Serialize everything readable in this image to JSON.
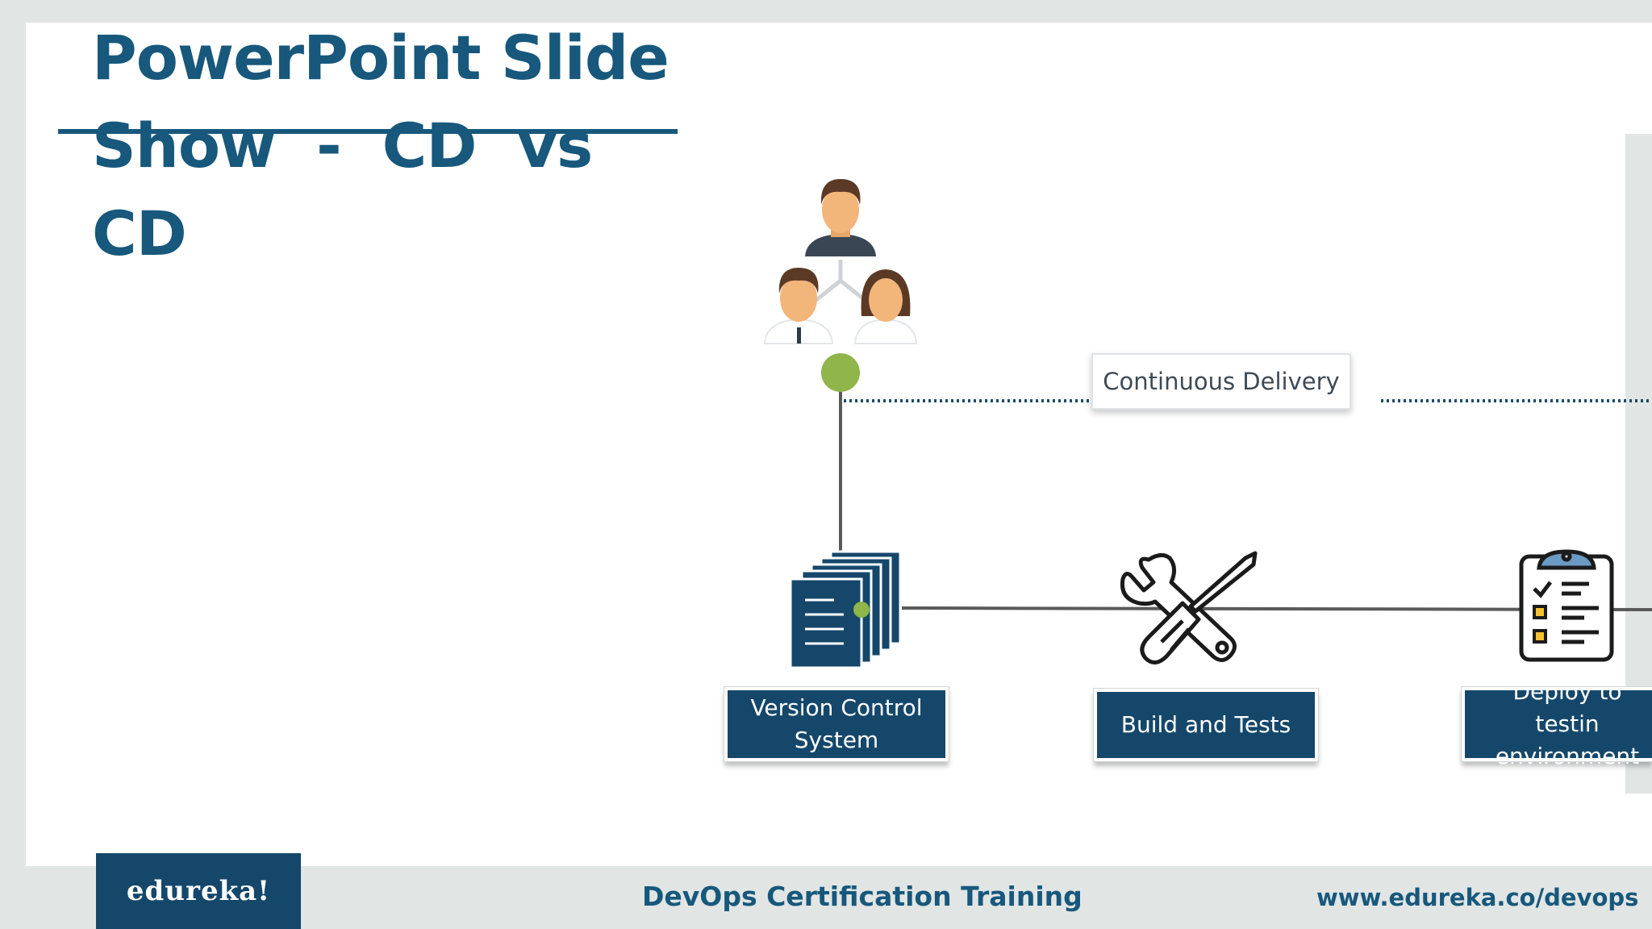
{
  "slide": {
    "title_lines": [
      "PowerPoint Slide",
      "Show  -  CD  vs",
      "CD"
    ]
  },
  "diagram": {
    "cd_label": "Continuous Delivery",
    "stages": [
      {
        "lines": [
          "Version Control",
          "System"
        ],
        "icon": "document-stack-icon"
      },
      {
        "lines": [
          "Build  and Tests"
        ],
        "icon": "wrench-screwdriver-icon"
      },
      {
        "lines": [
          "Deploy to testin",
          "environment"
        ],
        "icon": "clipboard-checklist-icon"
      }
    ],
    "team_icon": "team-people-icon",
    "colors": {
      "brand": "#17587c",
      "box": "#15476b",
      "node": "#8fb54b",
      "line": "#5a5a5a",
      "dotted": "#1f4a66"
    }
  },
  "footer": {
    "logo": "edureka!",
    "title": "DevOps Certification Training",
    "url": "www.edureka.co/devops"
  }
}
